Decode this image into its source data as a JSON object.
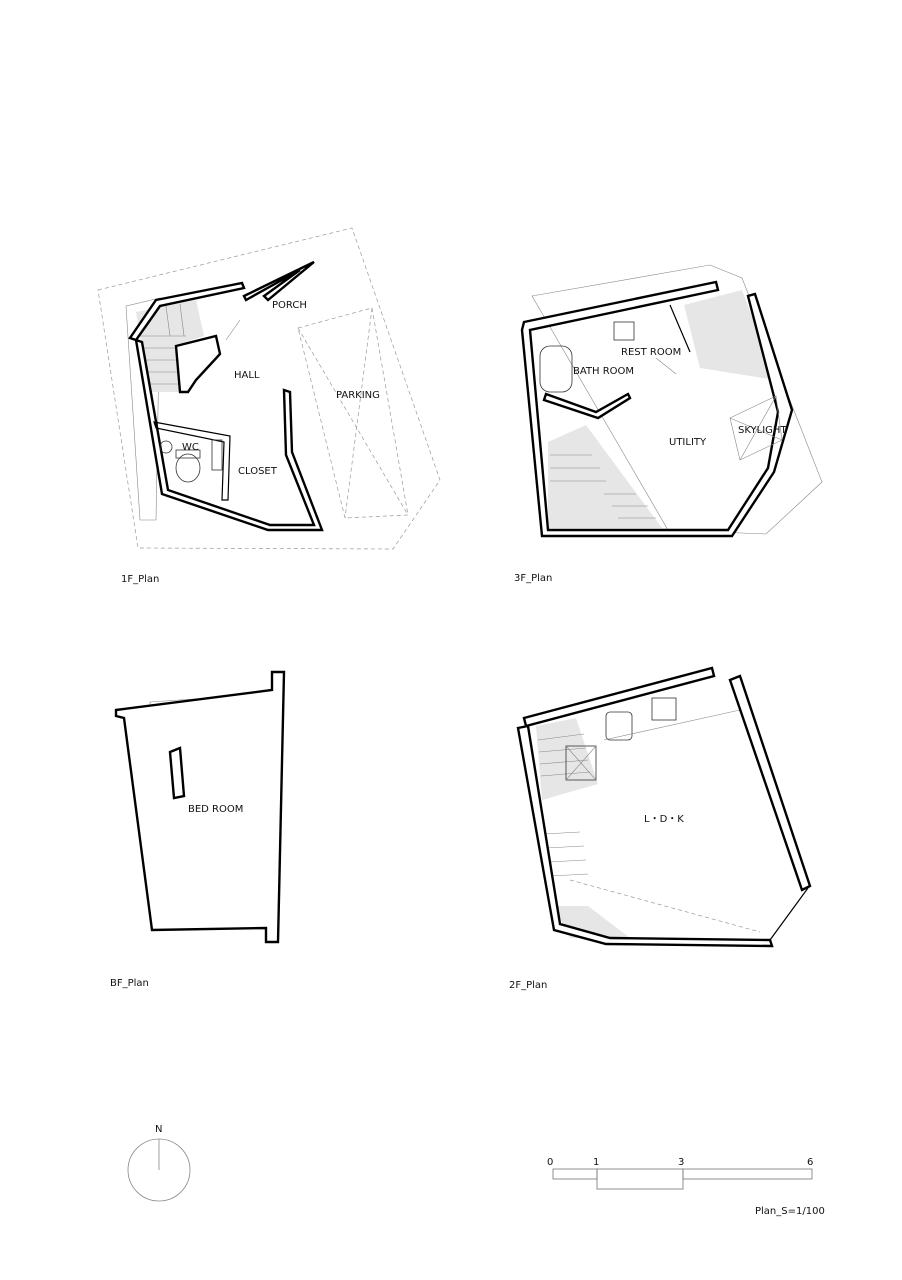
{
  "plans": {
    "f1": {
      "caption": "1F_Plan",
      "rooms": {
        "porch": "PORCH",
        "hall": "HALL",
        "parking": "PARKING",
        "wc": "WC",
        "closet": "CLOSET"
      }
    },
    "f3": {
      "caption": "3F_Plan",
      "rooms": {
        "rest": "REST ROOM",
        "bath": "BATH ROOM",
        "utility": "UTILITY",
        "skylight": "SKYLIGHT"
      }
    },
    "bf": {
      "caption": "BF_Plan",
      "rooms": {
        "bed": "BED ROOM"
      }
    },
    "f2": {
      "caption": "2F_Plan",
      "rooms": {
        "ldk": "L・D・K"
      }
    }
  },
  "north": {
    "label": "N"
  },
  "scale_bar": {
    "ticks": [
      "0",
      "1",
      "3",
      "6"
    ],
    "label": "Plan_S=1/100"
  },
  "colors": {
    "line": "#000000",
    "shade": "#e6e6e6",
    "aux": "#999999"
  }
}
